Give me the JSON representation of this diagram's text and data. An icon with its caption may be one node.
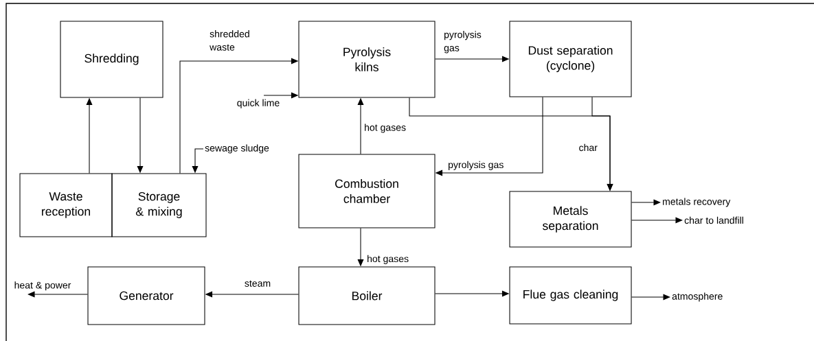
{
  "diagram": {
    "nodes": [
      {
        "text": [
          "Shredding"
        ]
      },
      {
        "text": [
          "Waste reception"
        ]
      },
      {
        "text": [
          "Storage & mixing"
        ]
      },
      {
        "text": [
          "Pyrolysis kilns"
        ]
      },
      {
        "text": [
          "Dust separation (cyclone)"
        ]
      },
      {
        "text": [
          "Combustion chamber"
        ]
      },
      {
        "text": [
          "Metals separation"
        ]
      },
      {
        "text": [
          "Generator"
        ]
      },
      {
        "text": [
          "Boiler"
        ]
      },
      {
        "text": [
          "Flue gas cleaning"
        ]
      },
      {
        "text": [
          "quick lime"
        ]
      },
      {
        "text": [
          "sewage sludge"
        ]
      },
      {
        "text": [
          "heat & power"
        ]
      },
      {
        "text": [
          "metals recovery"
        ]
      },
      {
        "text": [
          "char to landfill"
        ]
      },
      {
        "text": [
          "atmosphere"
        ]
      }
    ],
    "edges": [
      {
        "from": 1,
        "to": 0,
        "arrow": "to"
      },
      {
        "from": 0,
        "to": 2,
        "arrow": "to"
      },
      {
        "from": 2,
        "to": 3,
        "arrow": "to",
        "label": "shredded waste"
      },
      {
        "from": 10,
        "to": 3,
        "arrow": "to"
      },
      {
        "from": 11,
        "to": 2,
        "arrow": "to"
      },
      {
        "from": 5,
        "to": 3,
        "arrow": "to",
        "label": "hot gases"
      },
      {
        "from": 3,
        "to": 4,
        "arrow": "to",
        "label": "pyrolysis gas"
      },
      {
        "from": 4,
        "to": 5,
        "arrow": "to",
        "label": "pyrolysis gas"
      },
      {
        "from": 3,
        "to": 6,
        "arrow": "to",
        "label": "char"
      },
      {
        "from": 4,
        "to": 6,
        "arrow": "to"
      },
      {
        "from": 5,
        "to": 8,
        "arrow": "to",
        "label": "hot gases"
      },
      {
        "from": 8,
        "to": 7,
        "arrow": "to",
        "label": "steam"
      },
      {
        "from": 7,
        "to": 12,
        "arrow": "to"
      },
      {
        "from": 6,
        "to": 13,
        "arrow": "to"
      },
      {
        "from": 6,
        "to": 14,
        "arrow": "to"
      },
      {
        "from": 8,
        "to": 9,
        "arrow": "to"
      },
      {
        "from": 9,
        "to": 15,
        "arrow": "to"
      }
    ]
  }
}
